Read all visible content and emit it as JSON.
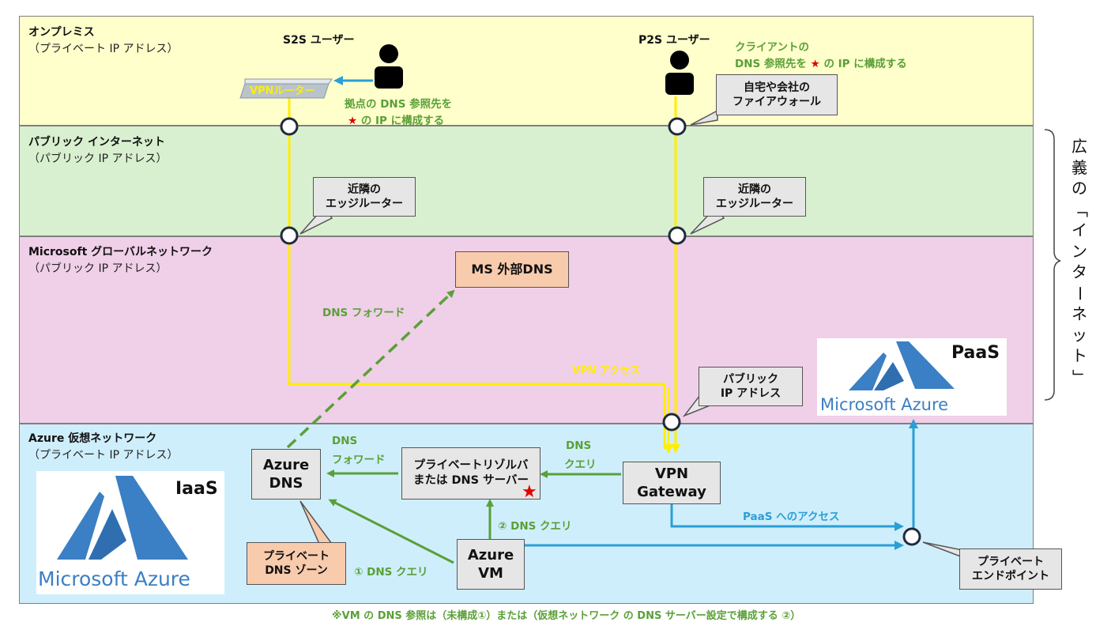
{
  "bands": {
    "onprem": {
      "title": "オンプレミス",
      "sub": "（プライベート IP アドレス）",
      "color": "#ffffcc"
    },
    "internet": {
      "title": "パブリック インターネット",
      "sub": "（パブリック IP アドレス）",
      "color": "#d9f0d0"
    },
    "msnet": {
      "title": "Microsoft グローバルネットワーク",
      "sub": "（パブリック IP アドレス）",
      "color": "#f0cfe8"
    },
    "azure": {
      "title": "Azure 仮想ネットワーク",
      "sub": "（プライベート IP アドレス）",
      "color": "#cfeefb"
    }
  },
  "users": {
    "s2s": "S2S ユーザー",
    "p2s": "P2S ユーザー"
  },
  "vpn_router": "VPNルーター",
  "notes": {
    "client_dns_1": "クライアントの",
    "client_dns_2_a": "DNS 参照先を",
    "client_dns_2_b": "の IP に構成する",
    "site_dns_1": "拠点の DNS 参照先を",
    "site_dns_2": "の IP に構成する",
    "star": "★"
  },
  "callouts": {
    "firewall": [
      "自宅や会社の",
      "ファイアウォール"
    ],
    "edge_left": [
      "近隣の",
      "エッジルーター"
    ],
    "edge_right": [
      "近隣の",
      "エッジルーター"
    ],
    "public_ip": [
      "パブリック",
      "IP アドレス"
    ],
    "private_dns_zone": [
      "プライベート",
      "DNS ゾーン"
    ],
    "private_endpoint": [
      "プライベート",
      "エンドポイント"
    ]
  },
  "boxes": {
    "ms_dns": "MS 外部DNS",
    "azure_dns": [
      "Azure",
      "DNS"
    ],
    "resolver": [
      "プライベートリゾルバ",
      "または DNS サーバー"
    ],
    "vpn_gw": [
      "VPN",
      "Gateway"
    ],
    "azure_vm": [
      "Azure",
      "VM"
    ]
  },
  "labels": {
    "dns_forward_upper": "DNS フォワード",
    "vpn_access": "VPN アクセス",
    "dns_forward_1": "DNS",
    "dns_forward_2": "フォワード",
    "dns_query_1": "DNS",
    "dns_query_2": "クエリ",
    "dns_query_circ2": "② DNS クエリ",
    "dns_query_circ1": "① DNS クエリ",
    "paas_access": "PaaS へのアクセス"
  },
  "logos": {
    "paas_tag": "PaaS",
    "iaas_tag": "IaaS",
    "microsoft_azure": "Microsoft Azure"
  },
  "side": {
    "chars": [
      "広",
      "義",
      "の",
      "「",
      "イ",
      "ン",
      "タ",
      "ー",
      "ネ",
      "ッ",
      "ト",
      "」"
    ]
  },
  "footnote": "※VM の DNS 参照は（未構成①）または（仮想ネットワーク の DNS サーバー設定で構成する ②）",
  "colors": {
    "green": "#5aa038",
    "blue": "#2a9fd6",
    "yellow": "#ffee00",
    "azure_blue": "#3b7fc4"
  }
}
